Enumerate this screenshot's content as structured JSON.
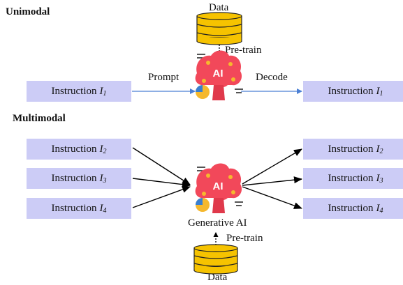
{
  "unimodal": {
    "title": "Unimodal",
    "data_label": "Data",
    "pretrain_label": "Pre-train",
    "prompt_label": "Prompt",
    "decode_label": "Decode",
    "input": {
      "word": "Instruction",
      "var": "I",
      "sub": "1"
    },
    "output": {
      "word": "Instruction",
      "var": "I",
      "sub": "1"
    }
  },
  "multimodal": {
    "title": "Multimodal",
    "generative_label": "Generative AI",
    "pretrain_label": "Pre-train",
    "data_label": "Data",
    "inputs": [
      {
        "word": "Instruction",
        "var": "I",
        "sub": "2"
      },
      {
        "word": "Instruction",
        "var": "I",
        "sub": "3"
      },
      {
        "word": "Instruction",
        "var": "I",
        "sub": "4"
      }
    ],
    "outputs": [
      {
        "word": "Instruction",
        "var": "I",
        "sub": "2"
      },
      {
        "word": "Instruction",
        "var": "I",
        "sub": "3"
      },
      {
        "word": "Instruction",
        "var": "I",
        "sub": "4"
      }
    ]
  },
  "ai_icon": {
    "text": "AI",
    "brain_color": "#f2485a",
    "accent_color": "#f5b82e",
    "pie_blue": "#3a7fd0"
  },
  "colors": {
    "box_fill": "#ccccf6",
    "db_fill": "#f6c300",
    "arrow_blue": "#4a7fd4"
  }
}
